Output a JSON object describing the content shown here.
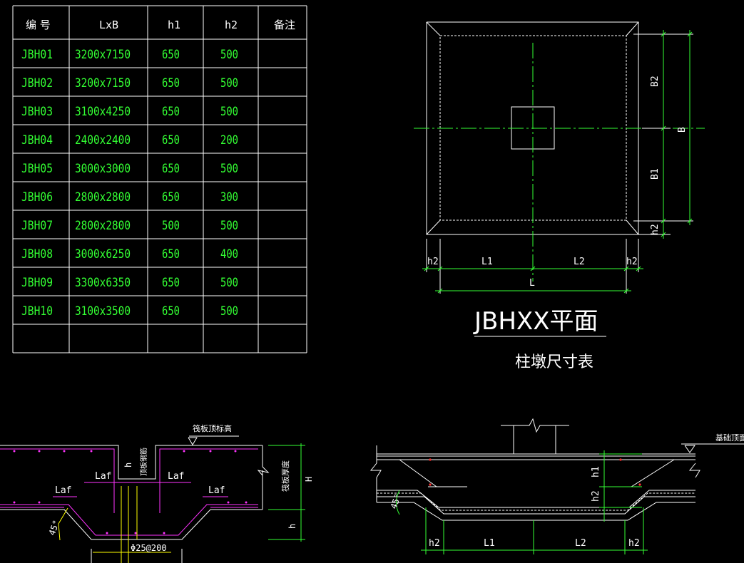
{
  "colors": {
    "background": "#000000",
    "line": "#ffffff",
    "text_primary": "#ffffff",
    "text_data": "#33ff33",
    "dimension": "#33ff33",
    "centerline": "#33ff33",
    "rebar": "#ff33ff",
    "annotation": "#ffff00",
    "rebar_dot": "#ff3333"
  },
  "table": {
    "headers": [
      "编 号",
      "LxB",
      "h1",
      "h2",
      "备注"
    ],
    "rows": [
      [
        "JBH01",
        "3200x7150",
        "650",
        "500",
        ""
      ],
      [
        "JBH02",
        "3200x7150",
        "650",
        "500",
        ""
      ],
      [
        "JBH03",
        "3100x4250",
        "650",
        "500",
        ""
      ],
      [
        "JBH04",
        "2400x2400",
        "650",
        "200",
        ""
      ],
      [
        "JBH05",
        "3000x3000",
        "650",
        "500",
        ""
      ],
      [
        "JBH06",
        "2800x2800",
        "650",
        "300",
        ""
      ],
      [
        "JBH07",
        "2800x2800",
        "500",
        "500",
        ""
      ],
      [
        "JBH08",
        "3000x6250",
        "650",
        "400",
        ""
      ],
      [
        "JBH09",
        "3300x6350",
        "650",
        "500",
        ""
      ],
      [
        "JBH10",
        "3100x3500",
        "650",
        "500",
        ""
      ],
      [
        "",
        "",
        "",
        "",
        ""
      ]
    ]
  },
  "plan": {
    "title": "JBHXX平面",
    "subtitle": "柱墩尺寸表",
    "dims_bottom": [
      "h2",
      "L1",
      "L2",
      "h2"
    ],
    "dim_total_bottom": "L",
    "dims_right": [
      "B2",
      "B1",
      "h2"
    ],
    "dim_total_right": "B"
  },
  "section_left": {
    "top_label": "筏板顶标高",
    "inner_label": "顶板钢筋",
    "side_label": "筏板厚度",
    "labels": [
      "Laf",
      "Laf",
      "Laf",
      "Laf",
      "h",
      "H",
      "h"
    ],
    "angle": "45°",
    "rebar_label": "Φ25@200"
  },
  "section_right": {
    "top_label": "基础顶面",
    "dims_right": [
      "h1",
      "h2"
    ],
    "dims_bottom": [
      "h2",
      "L1",
      "L2",
      "h2"
    ],
    "angle": "45°"
  }
}
